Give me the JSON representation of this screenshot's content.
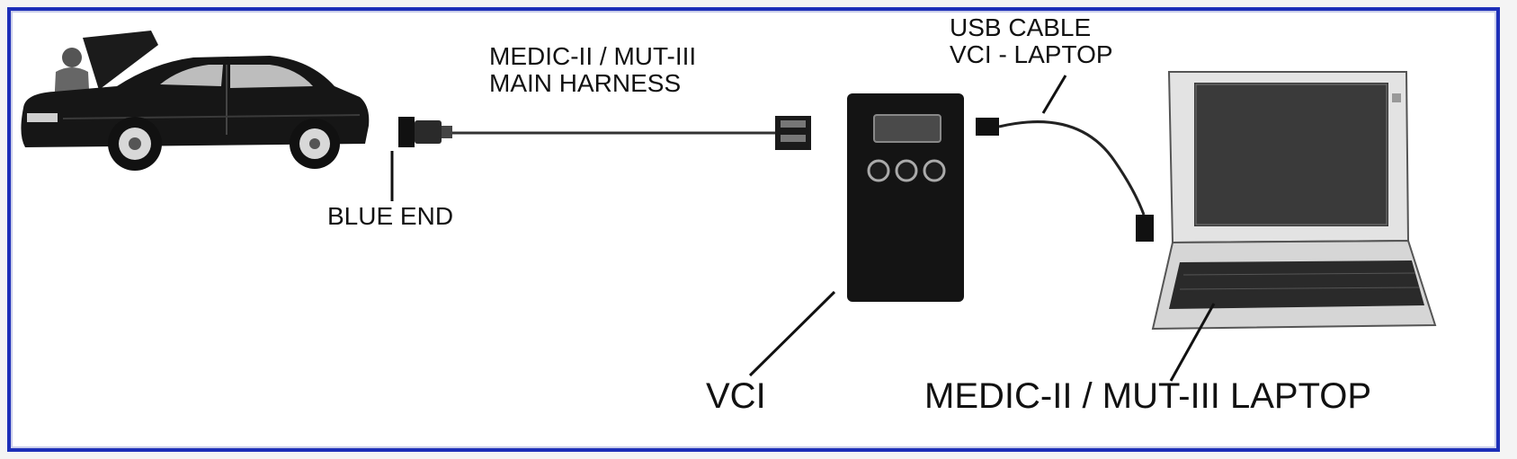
{
  "labels": {
    "harness": "MEDIC-II / MUT-III\nMAIN HARNESS",
    "usb": "USB CABLE\nVCI - LAPTOP",
    "blue_end": "BLUE END",
    "vci": "VCI",
    "laptop": "MEDIC-II / MUT-III LAPTOP"
  },
  "colors": {
    "frame": "#1d2fb8",
    "device": "#111111"
  },
  "icons": [
    "car-icon",
    "connector-icon",
    "vci-device-icon",
    "usb-plug-icon",
    "laptop-icon"
  ]
}
